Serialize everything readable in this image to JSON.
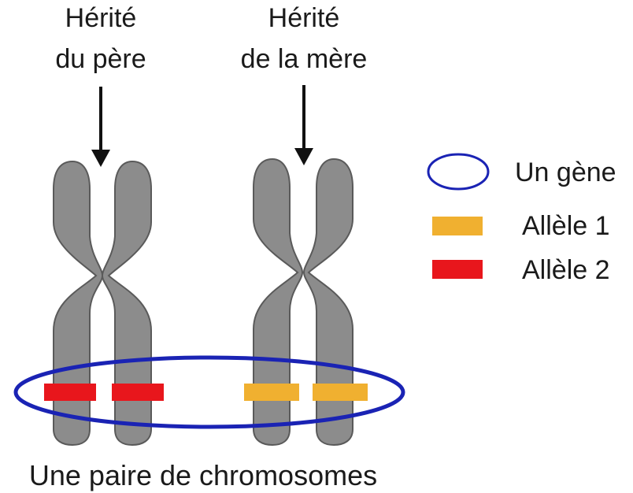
{
  "labels": {
    "father_line1": "Hérité",
    "father_line2": "du père",
    "mother_line1": "Hérité",
    "mother_line2": "de la mère",
    "caption": "Une paire de chromosomes"
  },
  "legend": [
    {
      "label": "Un gène",
      "symbol": "gene-ellipse-icon"
    },
    {
      "label": "Allèle 1",
      "symbol": "allele-1-swatch"
    },
    {
      "label": "Allèle 2",
      "symbol": "allele-2-swatch"
    }
  ],
  "colors": {
    "chromosome_fill": "#8c8c8c",
    "chromosome_stroke": "#5a5a5a",
    "gene_ellipse": "#1a23b4",
    "allele_1": "#f0b030",
    "allele_2": "#e8161c",
    "arrow": "#111111"
  }
}
